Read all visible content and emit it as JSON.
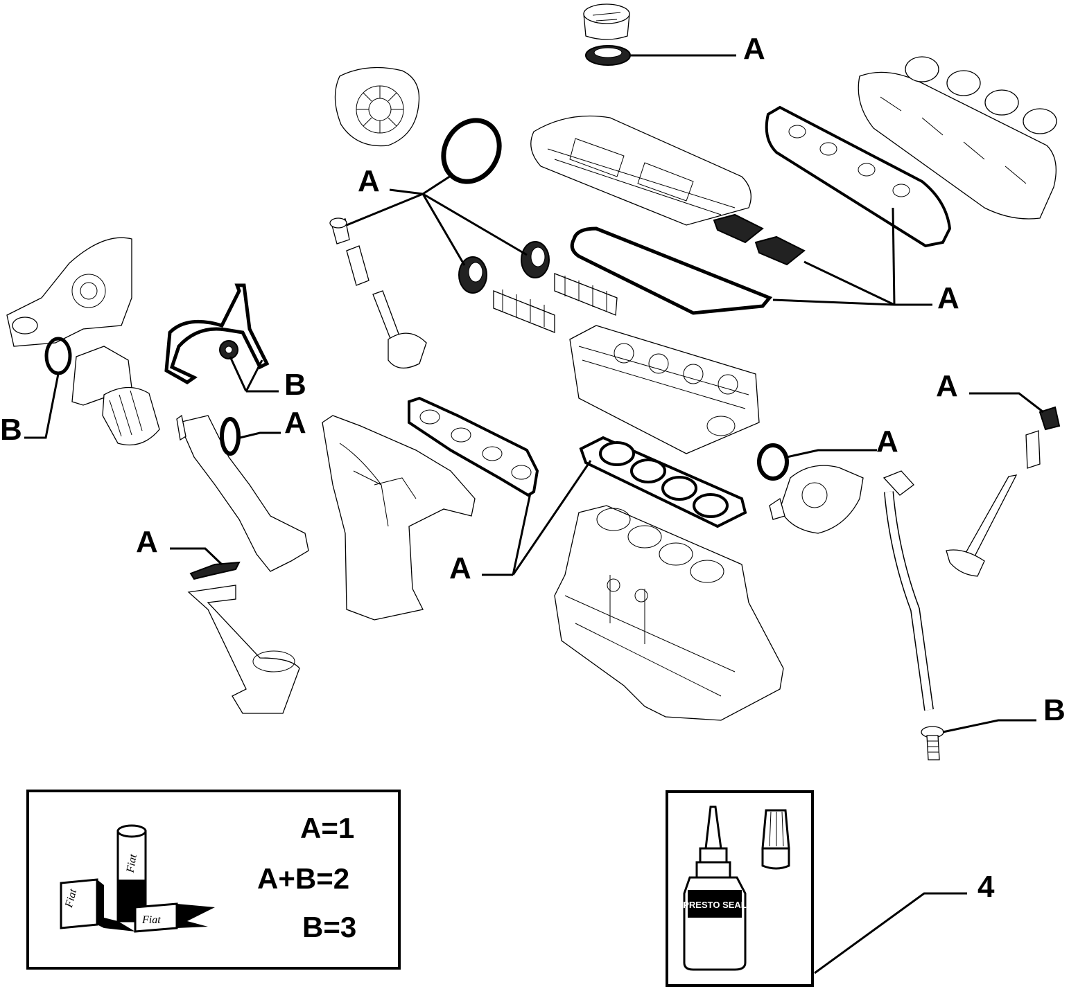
{
  "callouts": {
    "oil_cap_seal": "A",
    "crank_seals": "A",
    "cover_intake_gaskets": "A",
    "timing_cover": "B",
    "oil_filter_ring": "B",
    "thermostat_gasket": "A",
    "valve_stem": "A",
    "water_pump_ring": "A",
    "pickup_gasket": "A",
    "head_exhaust_gaskets": "A",
    "dipstick_bolt": "B",
    "sealant_kit": "4"
  },
  "legend": {
    "line1": "A=1",
    "line2": "A+B=2",
    "line3": "B=3",
    "brand_text": "Fiat"
  },
  "sealant_bottle_text": "PRESTO SEAL"
}
